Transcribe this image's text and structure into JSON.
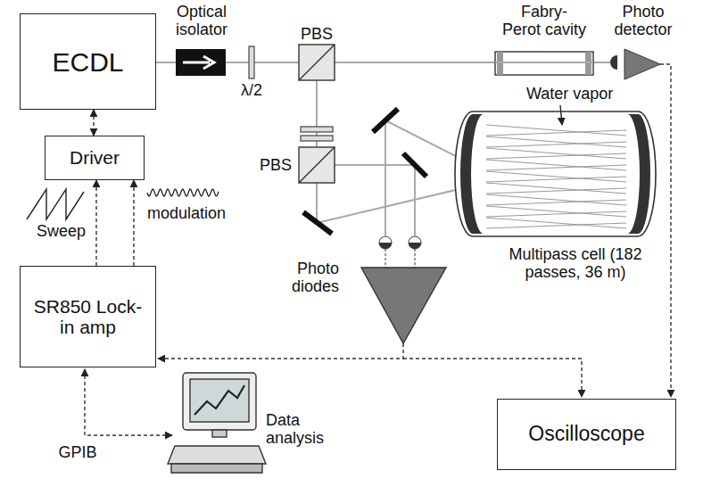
{
  "diagram": {
    "nodes": [
      {
        "text": [
          "ECDL"
        ]
      },
      {
        "text": [
          "Driver"
        ]
      },
      {
        "text": [
          "SR850 Lock-in amp"
        ]
      },
      {
        "text": [
          "Oscilloscope"
        ]
      }
    ],
    "edges": [
      {
        "from": 0,
        "to": 1,
        "arrow": "both"
      },
      {
        "from": 2,
        "to": 1,
        "arrow": "to"
      },
      {
        "from": 2,
        "to": 1,
        "arrow": "to"
      }
    ],
    "labels": [
      "Optical isolator",
      "λ/2",
      "PBS",
      "PBS",
      "Fabry-Perot cavity",
      "Photo detector",
      "Water vapor",
      "Multipass cell (182 passes, 36 m)",
      "Photo diodes",
      "Sweep",
      "modulation",
      "Data analysis",
      "GPIB"
    ]
  }
}
